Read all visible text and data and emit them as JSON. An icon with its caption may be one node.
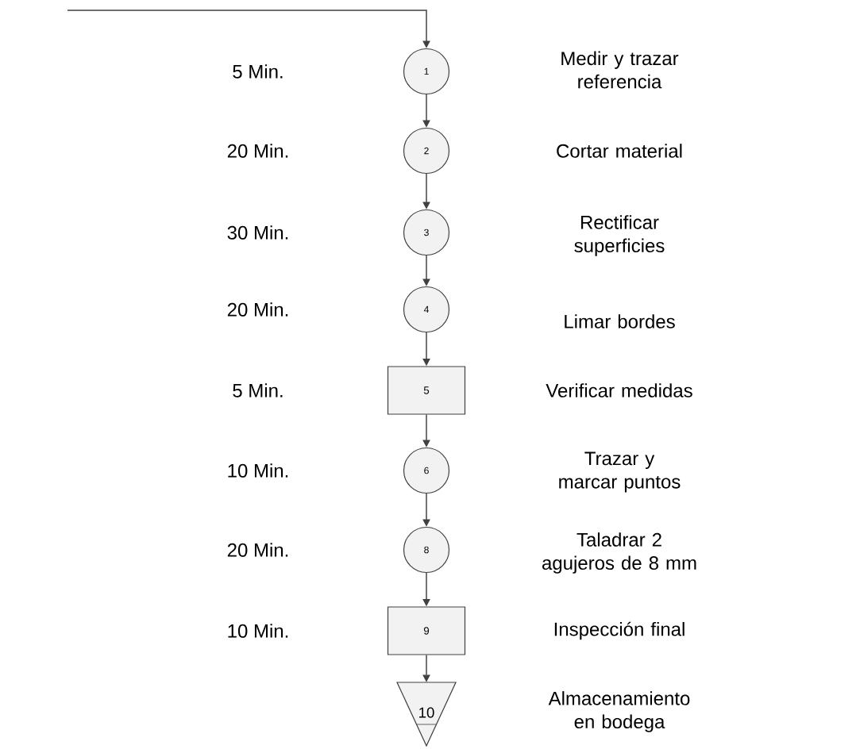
{
  "diagram": {
    "nodes": [
      {
        "text": [
          "1"
        ]
      },
      {
        "text": [
          "2"
        ]
      },
      {
        "text": [
          "3"
        ]
      },
      {
        "text": [
          "4"
        ]
      },
      {
        "text": [
          "5"
        ]
      },
      {
        "text": [
          "6"
        ]
      },
      {
        "text": [
          "8"
        ]
      },
      {
        "text": [
          "9"
        ]
      },
      {
        "text": [
          "10"
        ]
      }
    ],
    "edges": [
      {
        "from": null,
        "to": 0,
        "arrow": "to"
      },
      {
        "from": 0,
        "to": 1,
        "arrow": "to"
      },
      {
        "from": 1,
        "to": 2,
        "arrow": "to"
      },
      {
        "from": 2,
        "to": 3,
        "arrow": "to"
      },
      {
        "from": 3,
        "to": 4,
        "arrow": "to"
      },
      {
        "from": 4,
        "to": 5,
        "arrow": "to"
      },
      {
        "from": 5,
        "to": 6,
        "arrow": "to"
      },
      {
        "from": 6,
        "to": 7,
        "arrow": "to"
      },
      {
        "from": 7,
        "to": 8,
        "arrow": "to"
      }
    ],
    "labels": [
      "5 Min.",
      "Medir y trazar referencia",
      "20 Min.",
      "Cortar material",
      "30 Min.",
      "Rectificar superficies",
      "20 Min.",
      "Limar bordes",
      "5 Min.",
      "Verificar medidas",
      "10 Min.",
      "Trazar y marcar puntos",
      "20 Min.",
      "Taladrar 2 agujeros de 8 mm",
      "10 Min.",
      "Inspección final",
      "Almacenamiento en bodega"
    ]
  }
}
